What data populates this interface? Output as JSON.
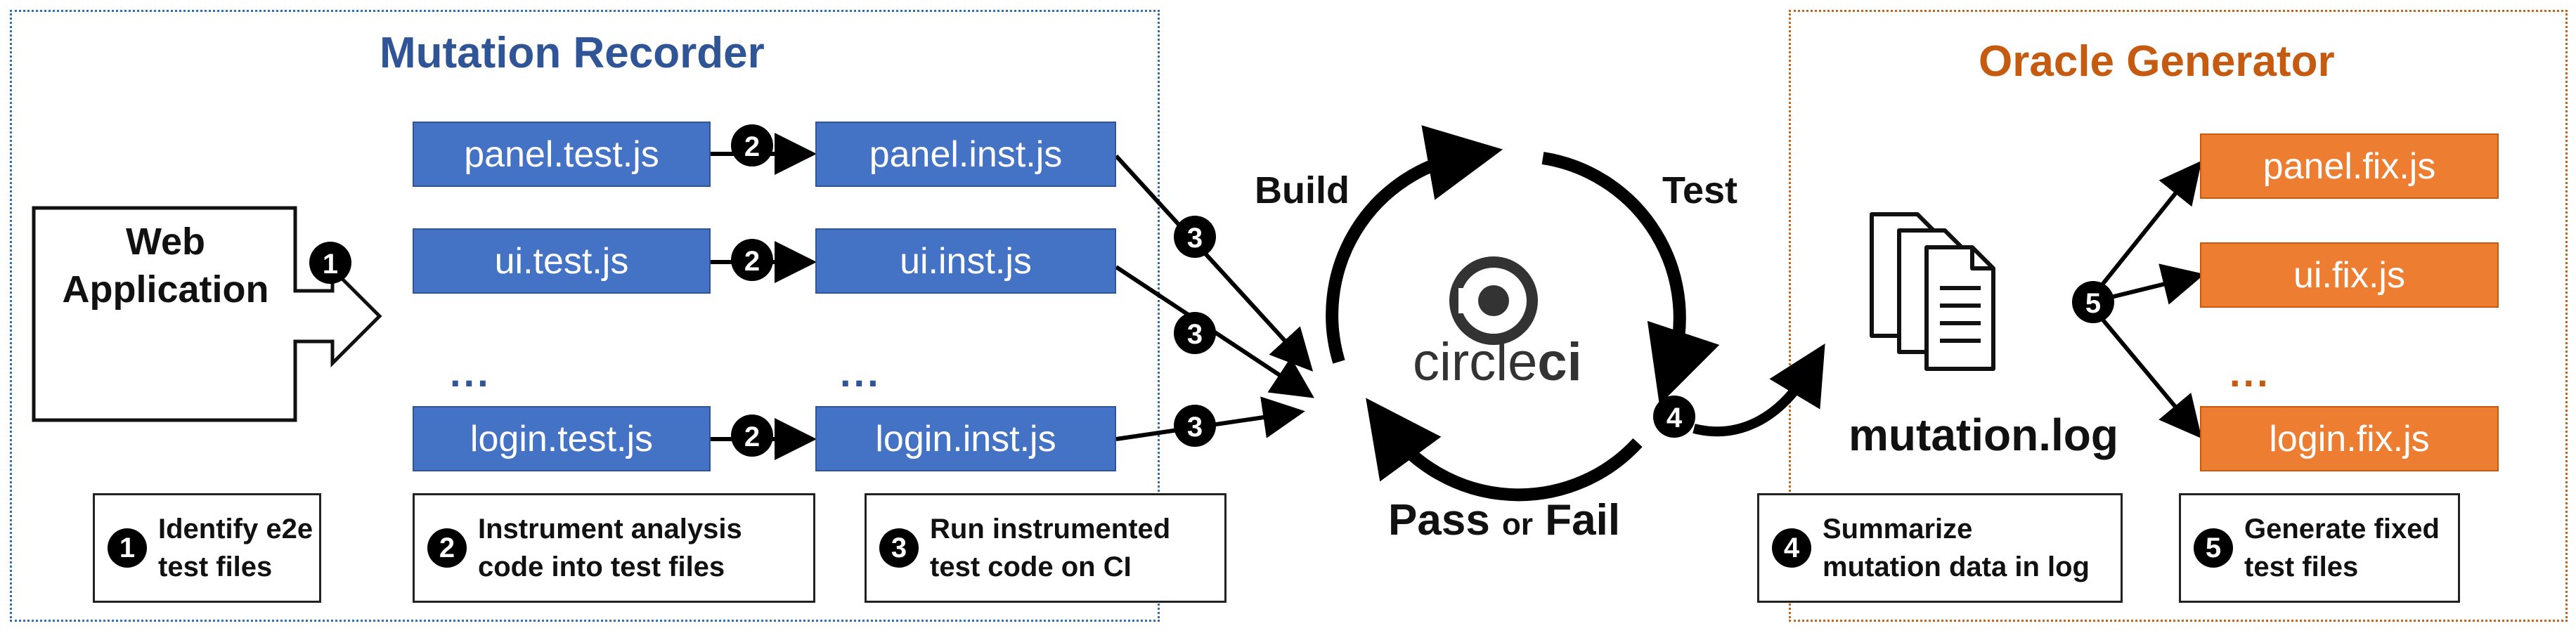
{
  "recorder": {
    "title": "Mutation Recorder",
    "web_app": "Web\nApplication",
    "test_files": [
      "panel.test.js",
      "ui.test.js",
      "...",
      "login.test.js"
    ],
    "inst_files": [
      "panel.inst.js",
      "ui.inst.js",
      "...",
      "login.inst.js"
    ]
  },
  "ci": {
    "build": "Build",
    "test": "Test",
    "logo_prefix": "circle",
    "logo_suffix": "ci",
    "pass": "Pass",
    "or": "or",
    "fail": "Fail"
  },
  "oracle": {
    "title": "Oracle Generator",
    "log_file": "mutation.log",
    "fix_files": [
      "panel.fix.js",
      "ui.fix.js",
      "...",
      "login.fix.js"
    ]
  },
  "steps": [
    {
      "num": "1",
      "text": "Identify e2e\ntest files"
    },
    {
      "num": "2",
      "text": "Instrument analysis\ncode into test files"
    },
    {
      "num": "3",
      "text": "Run instrumented\ntest code on CI"
    },
    {
      "num": "4",
      "text": "Summarize\nmutation data in log"
    },
    {
      "num": "5",
      "text": "Generate fixed\ntest files"
    }
  ]
}
